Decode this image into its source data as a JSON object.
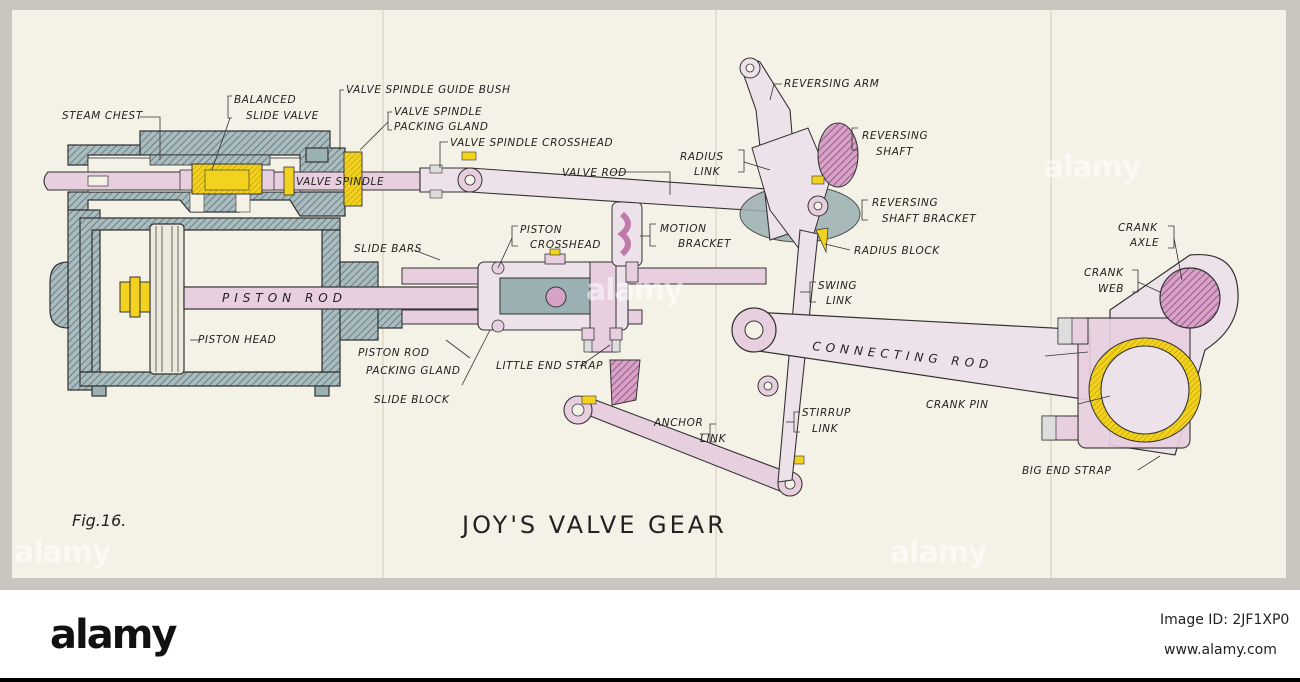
{
  "figure": {
    "fig_label": "Fig.16.",
    "title": "JOY'S VALVE GEAR"
  },
  "labels": {
    "steam_chest": "STEAM CHEST",
    "balanced_1": "BALANCED",
    "balanced_2": "SLIDE VALVE",
    "guide_bush": "VALVE SPINDLE GUIDE BUSH",
    "packing_1": "VALVE SPINDLE",
    "packing_2": "PACKING GLAND",
    "spindle_crosshead": "VALVE SPINDLE CROSSHEAD",
    "valve_spindle": "VALVE SPINDLE",
    "valve_rod": "VALVE ROD",
    "reversing_arm": "REVERSING ARM",
    "reversing_shaft_1": "REVERSING",
    "reversing_shaft_2": "SHAFT",
    "radius_link_1": "RADIUS",
    "radius_link_2": "LINK",
    "shaft_bracket_1": "REVERSING",
    "shaft_bracket_2": "SHAFT BRACKET",
    "radius_block": "RADIUS BLOCK",
    "piston_crosshead_1": "PISTON",
    "piston_crosshead_2": "CROSSHEAD",
    "motion_bracket_1": "MOTION",
    "motion_bracket_2": "BRACKET",
    "slide_bars": "SLIDE BARS",
    "piston_rod": "PISTON ROD",
    "piston_head": "PISTON HEAD",
    "packing_gland_1": "PISTON ROD",
    "packing_gland_2": "PACKING GLAND",
    "slide_block": "SLIDE BLOCK",
    "little_end_strap": "LITTLE END STRAP",
    "swing_link_1": "SWING",
    "swing_link_2": "LINK",
    "connecting_rod": "CONNECTING ROD",
    "anchor_link_1": "ANCHOR",
    "anchor_link_2": "LINK",
    "stirrup_link_1": "STIRRUP",
    "stirrup_link_2": "LINK",
    "crank_axle_1": "CRANK",
    "crank_axle_2": "AXLE",
    "crank_web_1": "CRANK",
    "crank_web_2": "WEB",
    "crank_pin": "CRANK PIN",
    "big_end_strap": "BIG END STRAP"
  },
  "watermarks": {
    "mark_1": "alamy",
    "mark_2": "alamy",
    "mark_3": "alamy",
    "mark_4": "alamy"
  },
  "footer": {
    "logo": "alamy",
    "image_id": "Image ID: 2JF1XP0",
    "url": "www.alamy.com"
  },
  "colors": {
    "paper": "#f4f1e6",
    "pink": "#e8cfe0",
    "yellow": "#f2d21e",
    "grey_blue": "#9bb0b3",
    "magenta_hatch": "#c07aaa",
    "footer_bg": "#ffffff"
  }
}
